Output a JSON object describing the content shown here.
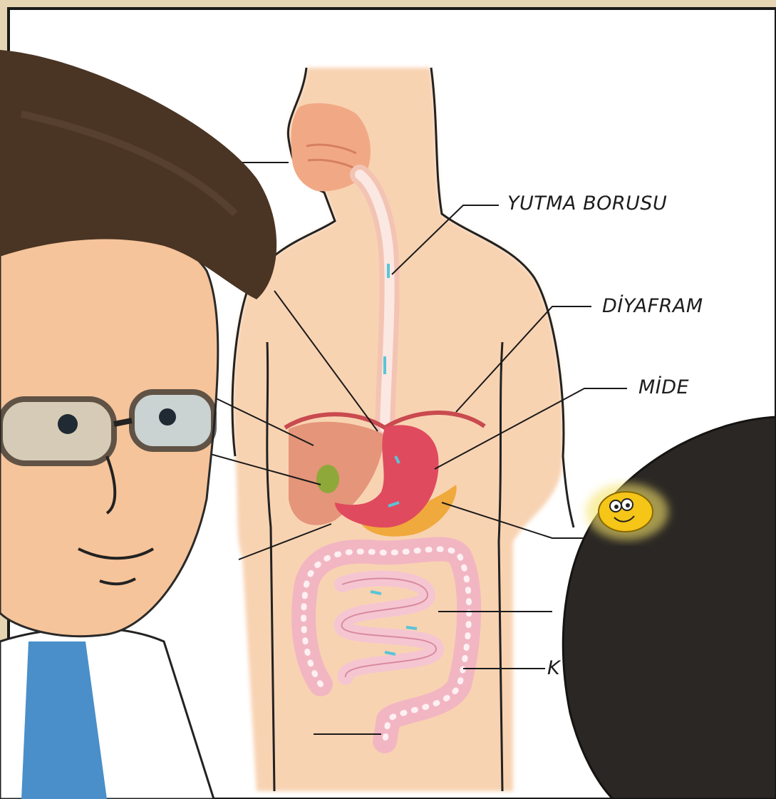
{
  "labels": {
    "esophagus": "YUTMA BORUSU",
    "diaphragm": "DİYAFRAM",
    "stomach": "MİDE",
    "partial": "K"
  },
  "colors": {
    "paper": "#ffffff",
    "border": "#1a1a1a",
    "skin": "#f7c9a3",
    "stomach": "#e04a5e",
    "intestine": "#f2b6c3",
    "liver": "#e0836a",
    "gallbladder": "#8fa83a",
    "hair_left": "#4a3424",
    "hair_right": "#2b2724",
    "shirt": "#4a8fc9",
    "coat": "#ffffff",
    "flow": "#5bc4d8",
    "mascot": "#f5c518"
  },
  "icons": {
    "mascot": "smiling-food-particle-icon"
  }
}
